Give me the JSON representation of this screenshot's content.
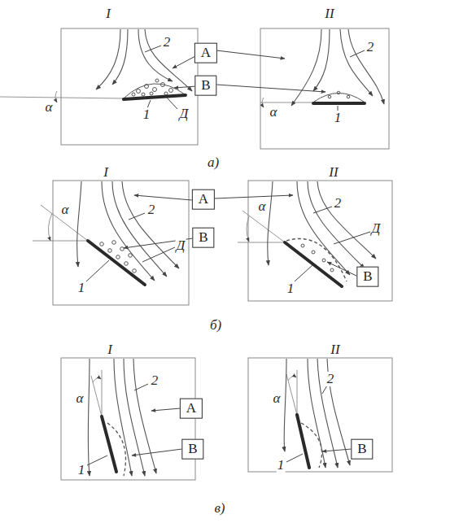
{
  "diagram": {
    "nodes": [
      {
        "text": [
          "A"
        ]
      },
      {
        "text": [
          "B"
        ]
      },
      {
        "text": [
          "A"
        ]
      },
      {
        "text": [
          "B"
        ]
      },
      {
        "text": [
          "B"
        ]
      },
      {
        "text": [
          "A"
        ]
      },
      {
        "text": [
          "B"
        ]
      },
      {
        "text": [
          "B"
        ]
      }
    ],
    "labels": [
      "I",
      "II",
      "2",
      "α",
      "Д",
      "1",
      "2",
      "α",
      "1",
      "а)",
      "I",
      "II",
      "α",
      "2",
      "Д",
      "1",
      "α",
      "2",
      "Д",
      "1",
      "б)",
      "I",
      "II",
      "2",
      "α",
      "1",
      "2",
      "α",
      "1",
      "в)"
    ]
  }
}
